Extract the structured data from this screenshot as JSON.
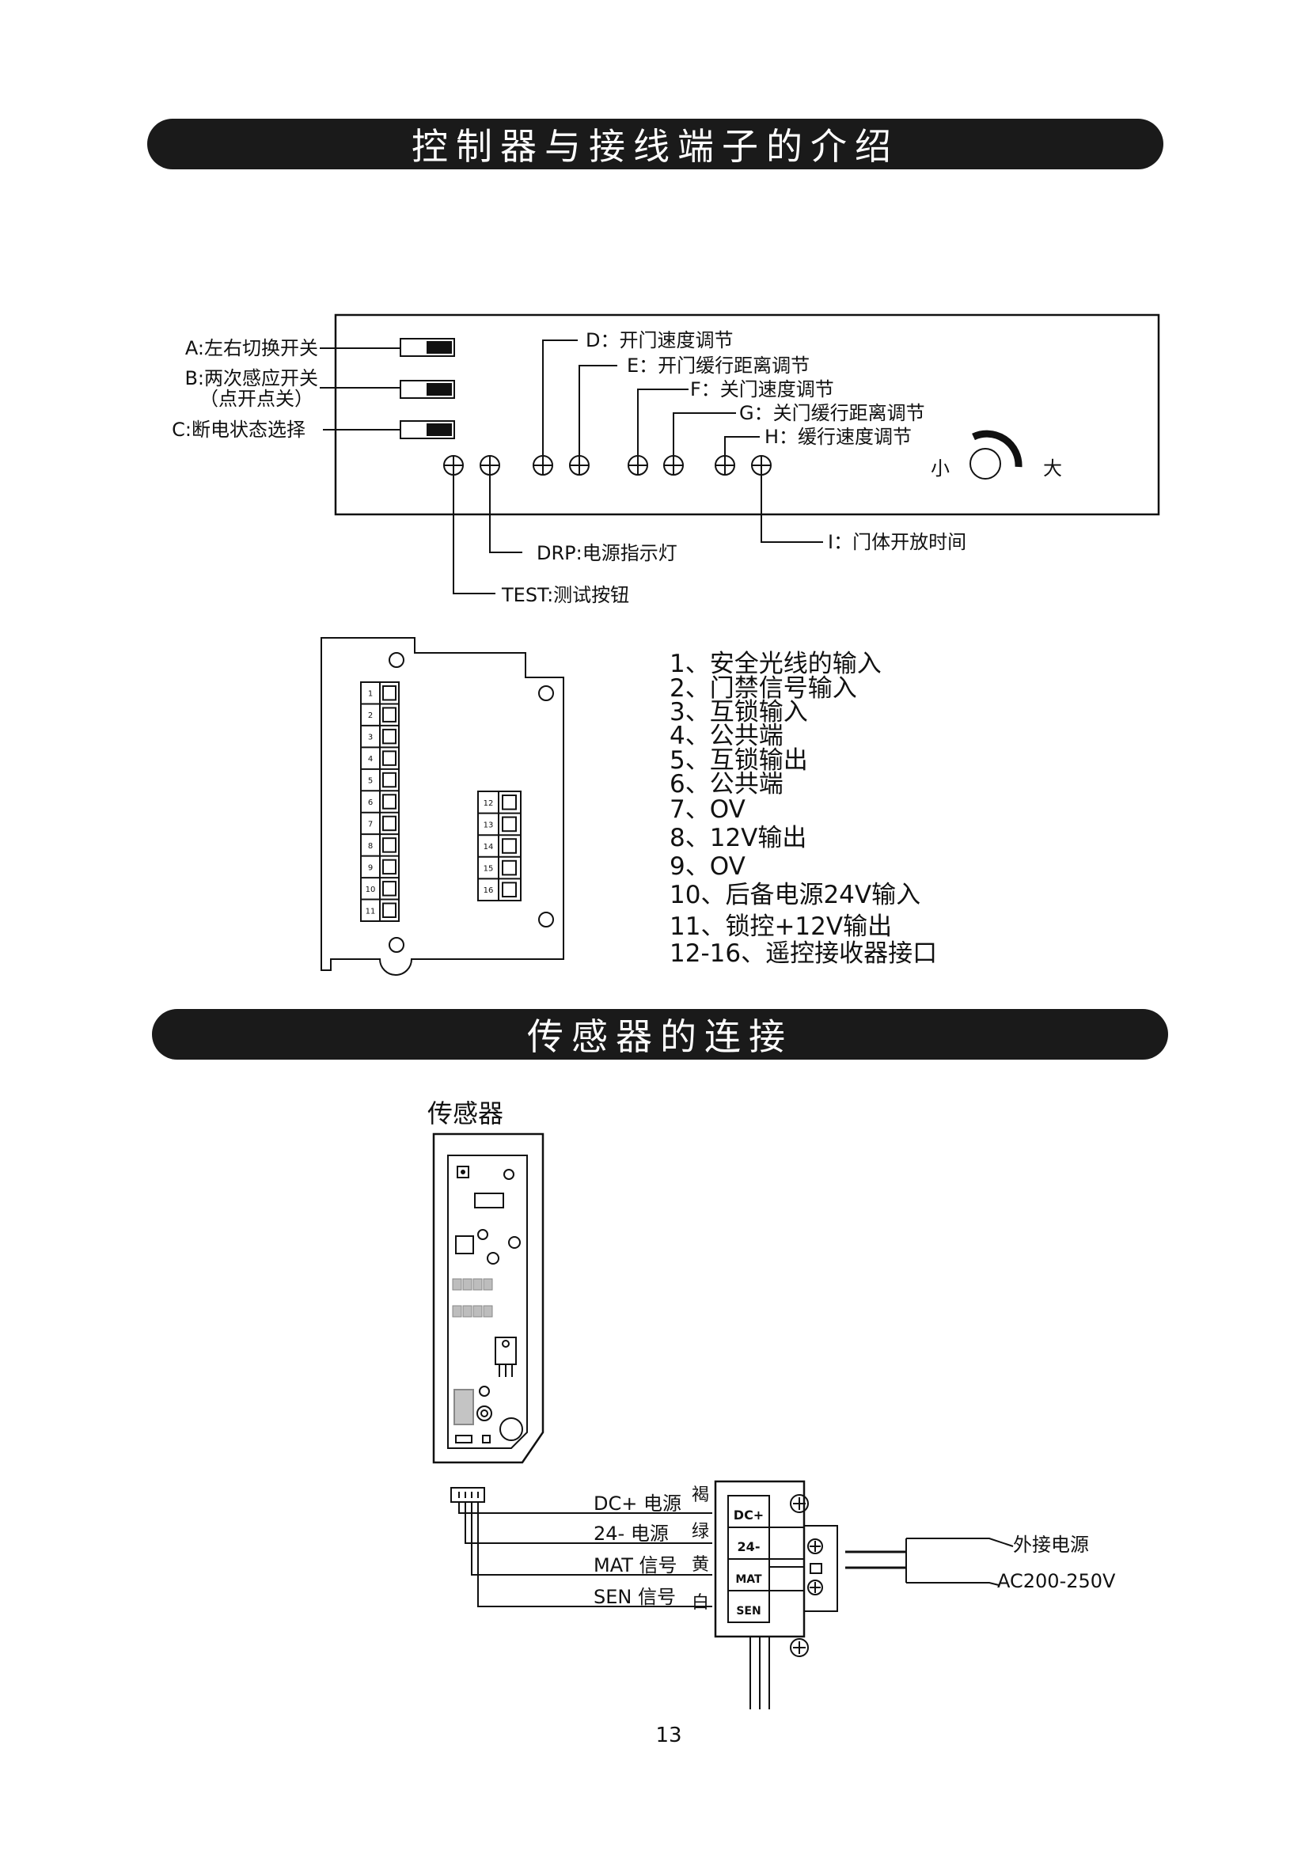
{
  "section1": {
    "title": "控制器与接线端子的介绍"
  },
  "section2": {
    "title": "传感器的连接"
  },
  "controller_panel": {
    "switch_a": "A:左右切换开关",
    "switch_b_line1": "B:两次感应开关",
    "switch_b_line2": "（点开点关）",
    "switch_c": "C:断电状态选择",
    "pot_d": "D：开门速度调节",
    "pot_e": "E：开门缓行距离调节",
    "pot_f": "F：关门速度调节",
    "pot_g": "G：关门缓行距离调节",
    "pot_h": "H：缓行速度调节",
    "pot_i": "I：门体开放时间",
    "led_drp": "DRP:电源指示灯",
    "btn_test": "TEST:测试按钮",
    "dial_small": "小",
    "dial_large": "大"
  },
  "terminal_block": {
    "left_numbers": [
      "1",
      "2",
      "3",
      "4",
      "5",
      "6",
      "7",
      "8",
      "9",
      "10",
      "11"
    ],
    "right_numbers": [
      "12",
      "13",
      "14",
      "15",
      "16"
    ]
  },
  "terminal_list": [
    "1、安全光线的输入",
    "2、门禁信号输入",
    "3、互锁输入",
    "4、公共端",
    "5、互锁输出",
    "6、公共端",
    "7、OV",
    "8、12V输出",
    "9、OV",
    "10、后备电源24V输入",
    "11、锁控+12V输出",
    "12-16、遥控接收器接口"
  ],
  "sensor": {
    "title": "传感器",
    "wires": [
      {
        "label": "DC+ 电源",
        "color_name": "褐"
      },
      {
        "label": "24- 电源",
        "color_name": "绿"
      },
      {
        "label": "MAT 信号",
        "color_name": "黄"
      },
      {
        "label": "SEN 信号",
        "color_name": "白"
      }
    ],
    "terminals": [
      "DC+",
      "24-",
      "MAT",
      "SEN"
    ],
    "ext_power_label": "外接电源",
    "ext_power_voltage": "AC200-250V"
  },
  "page_number": "13"
}
